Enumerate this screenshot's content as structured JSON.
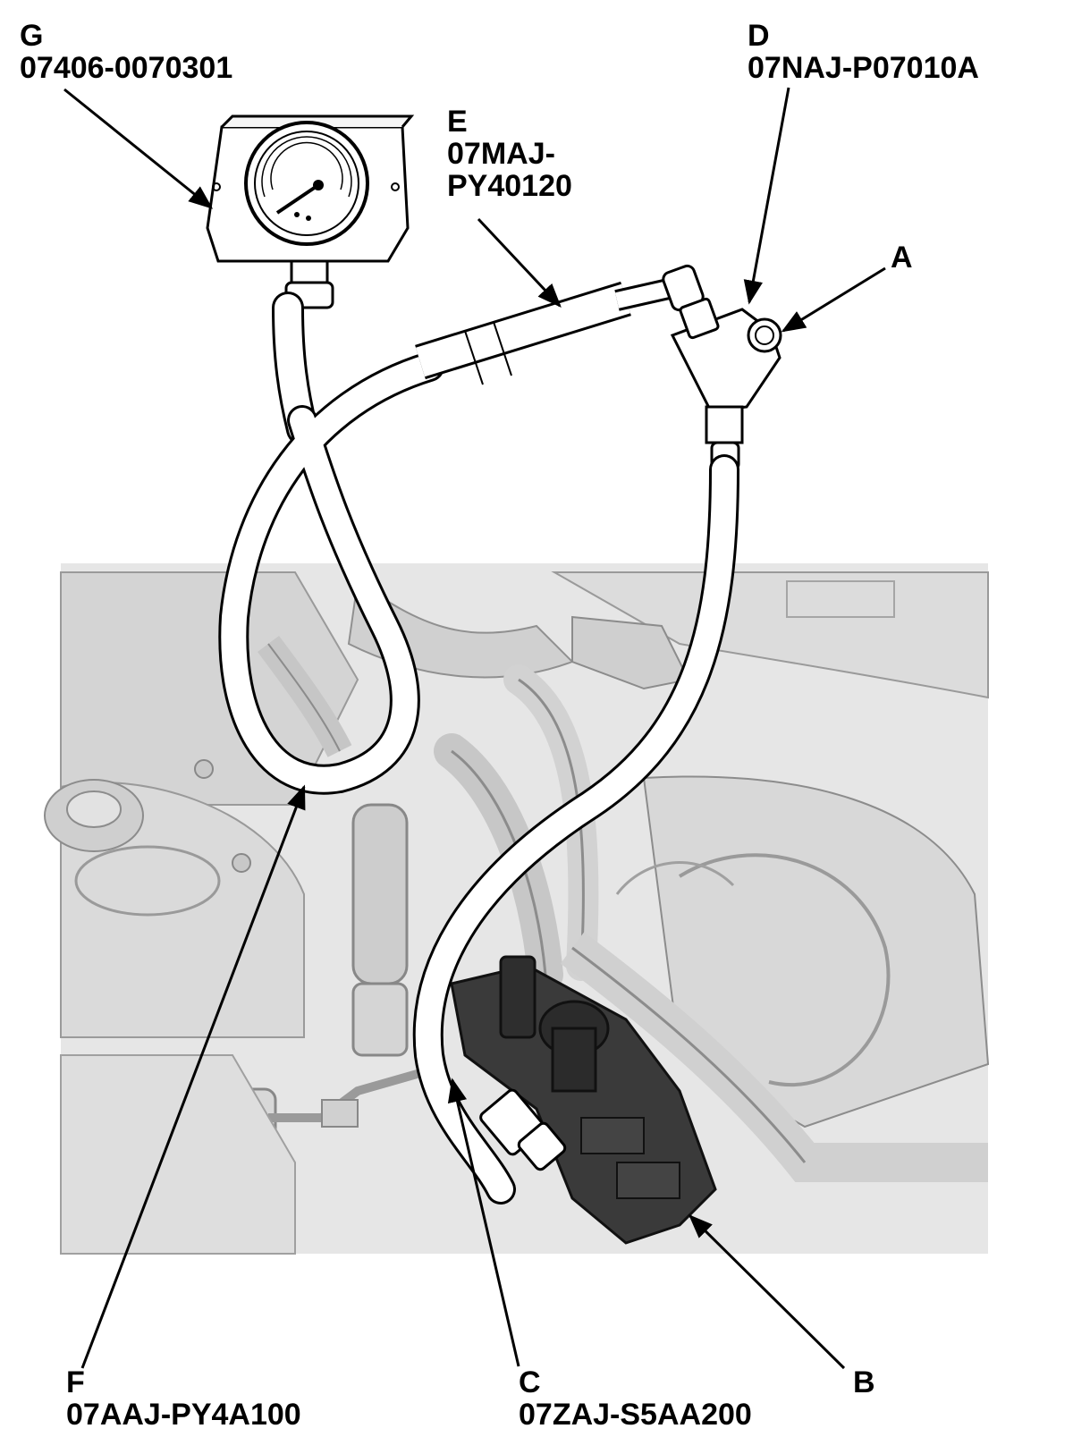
{
  "colors": {
    "ink": "#000000",
    "hose": "#ffffff",
    "background_tint": "#e6e6e6",
    "engine_part": "#bdbdbd",
    "valve_body": "#3a3a3a"
  },
  "callouts": {
    "g": {
      "letter": "G",
      "part_number": "07406-0070301"
    },
    "d": {
      "letter": "D",
      "part_number": "07NAJ-P07010A"
    },
    "e": {
      "letter": "E",
      "part_number_line1": "07MAJ-",
      "part_number_line2": "PY40120"
    },
    "a": {
      "letter": "A"
    },
    "f": {
      "letter": "F",
      "part_number": "07AAJ-PY4A100"
    },
    "c": {
      "letter": "C",
      "part_number": "07ZAJ-S5AA200"
    },
    "b": {
      "letter": "B"
    }
  },
  "components": {
    "gauge": "fuel-pressure-gauge",
    "adapter_hose": "adapter-hose",
    "t_fitting": "t-fitting",
    "fuel_hose": "fuel-hose",
    "connector_hose": "connector-hose",
    "fuel_valve_block": "fuel-pressure-valve-block",
    "engine_background": "engine-compartment"
  }
}
